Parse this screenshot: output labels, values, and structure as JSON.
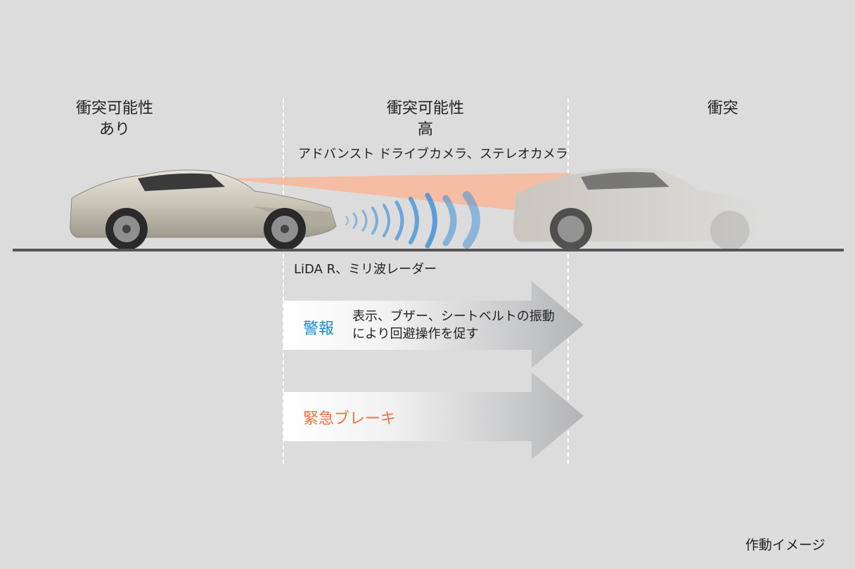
{
  "phases": {
    "possible": {
      "line1": "衝突可能性",
      "line2": "あり"
    },
    "high": {
      "line1": "衝突可能性",
      "line2": "高"
    },
    "collision": {
      "line1": "衝突"
    }
  },
  "sensors": {
    "camera": "アドバンスト ドライブカメラ、ステレオカメラ",
    "radar": "LiDA R、ミリ波レーダー"
  },
  "warning": {
    "title": "警報",
    "desc_line1": "表示、ブザー、シートベルトの振動",
    "desc_line2": "により回避操作を促す"
  },
  "braking": {
    "title": "緊急ブレーキ"
  },
  "caption": "作動イメージ",
  "colors": {
    "background": "#dcdcdc",
    "warning_title": "#1a8bc9",
    "braking_title": "#f07040",
    "camera_beam": "#f9b79a",
    "radar_waves": "#3a8fd8",
    "road": "#555555"
  }
}
